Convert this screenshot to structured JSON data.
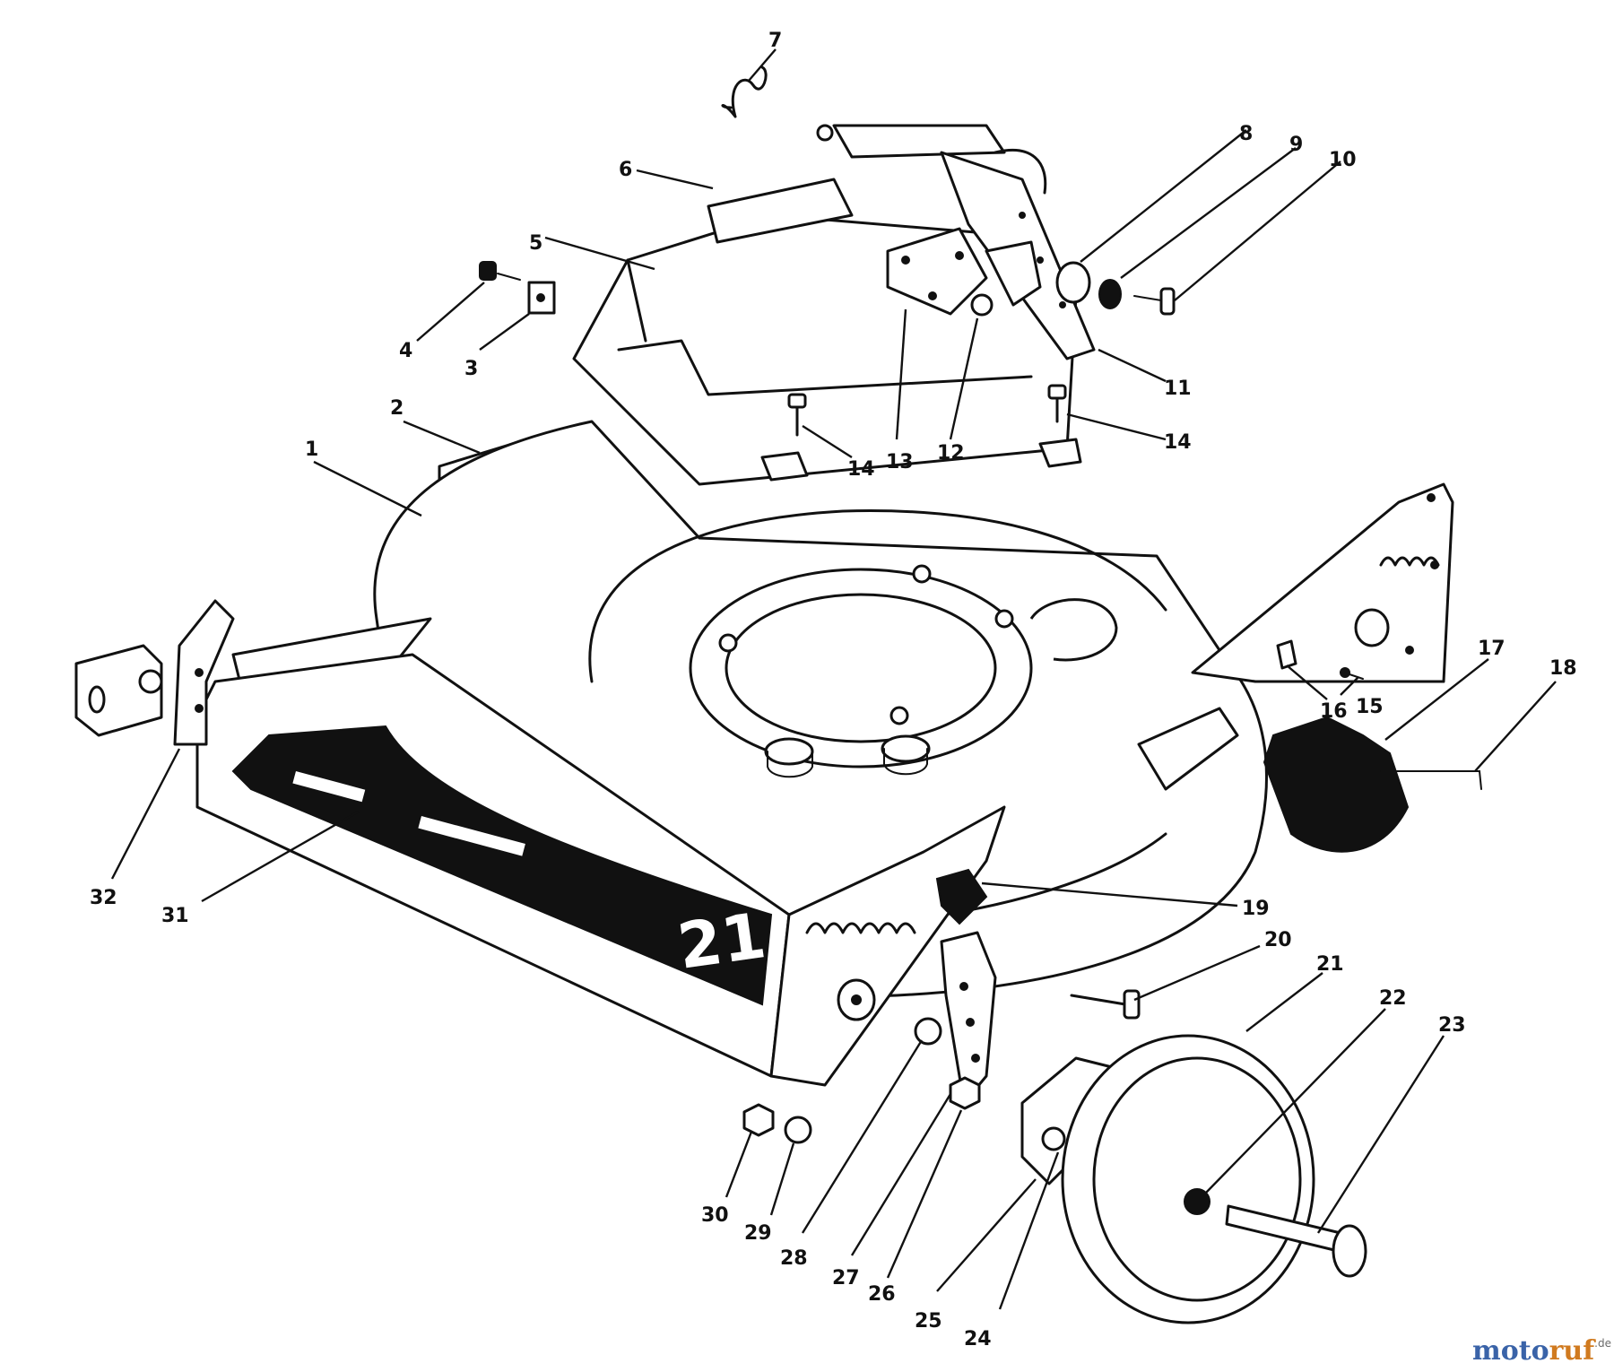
{
  "diagram": {
    "callouts": [
      "1",
      "2",
      "3",
      "4",
      "5",
      "6",
      "7",
      "8",
      "9",
      "10",
      "11",
      "12",
      "13",
      "14",
      "14",
      "15",
      "16",
      "17",
      "18",
      "19",
      "20",
      "21",
      "22",
      "23",
      "24",
      "25",
      "26",
      "27",
      "28",
      "29",
      "30",
      "31",
      "32"
    ],
    "deck_marking": "21",
    "watermark": {
      "part1": "moto",
      "part2": "ruf",
      "suffix": ".de"
    },
    "colors": {
      "ink": "#111111",
      "watermark_blue": "#3a63a8",
      "watermark_orange": "#d07a1f"
    }
  }
}
